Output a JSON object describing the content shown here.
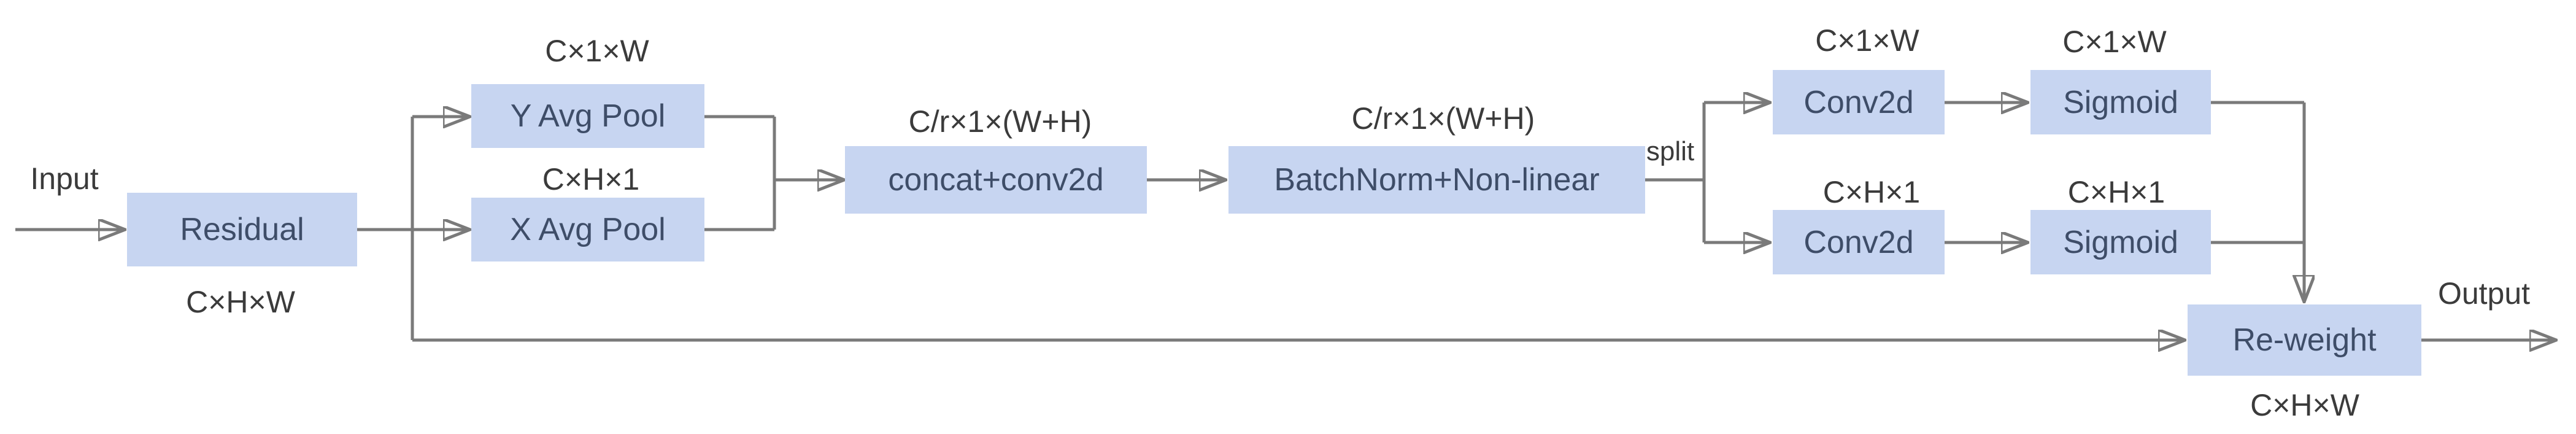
{
  "diagram": {
    "nodes": {
      "residual": "Residual",
      "y_avg_pool": "Y Avg Pool",
      "x_avg_pool": "X Avg Pool",
      "concat_conv2d": "concat+conv2d",
      "batchnorm_nonlinear": "BatchNorm+Non-linear",
      "conv2d_top": "Conv2d",
      "sigmoid_top": "Sigmoid",
      "conv2d_bottom": "Conv2d",
      "sigmoid_bottom": "Sigmoid",
      "reweight": "Re-weight"
    },
    "labels": {
      "input": "Input",
      "output": "Output",
      "split": "split",
      "residual_dim": "C×H×W",
      "y_pool_dim": "C×1×W",
      "x_pool_dim": "C×H×1",
      "concat_dim": "C/r×1×(W+H)",
      "batchnorm_dim": "C/r×1×(W+H)",
      "conv_top_dim": "C×1×W",
      "sigmoid_top_dim": "C×1×W",
      "conv_bottom_dim": "C×H×1",
      "sigmoid_bottom_dim": "C×H×1",
      "reweight_dim": "C×H×W"
    },
    "colors": {
      "box_fill": "#c7d5f1",
      "box_text": "#3e4d68",
      "line": "#7a7a7a",
      "label_text": "#3b3b3b",
      "background": "#ffffff"
    }
  }
}
